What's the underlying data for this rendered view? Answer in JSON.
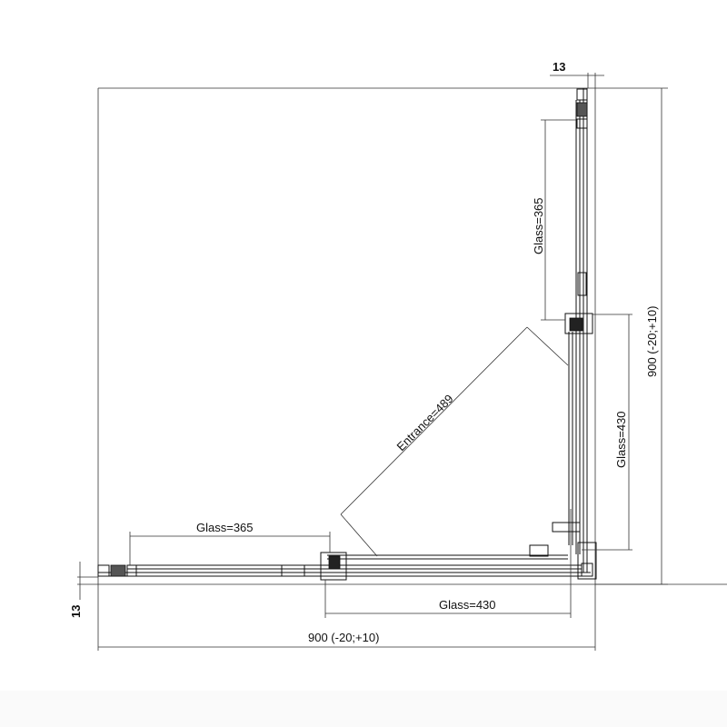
{
  "drawing": {
    "top_offset_label": "13",
    "left_offset_label": "13",
    "right_glass_fixed_label": "Glass=365",
    "right_glass_door_label": "Glass=430",
    "bottom_glass_fixed_label": "Glass=365",
    "bottom_glass_door_label": "Glass=430",
    "entrance_label": "Entrance=489",
    "overall_width_label": "900 (-20;+10)",
    "overall_depth_label": "900 (-20;+10)"
  }
}
